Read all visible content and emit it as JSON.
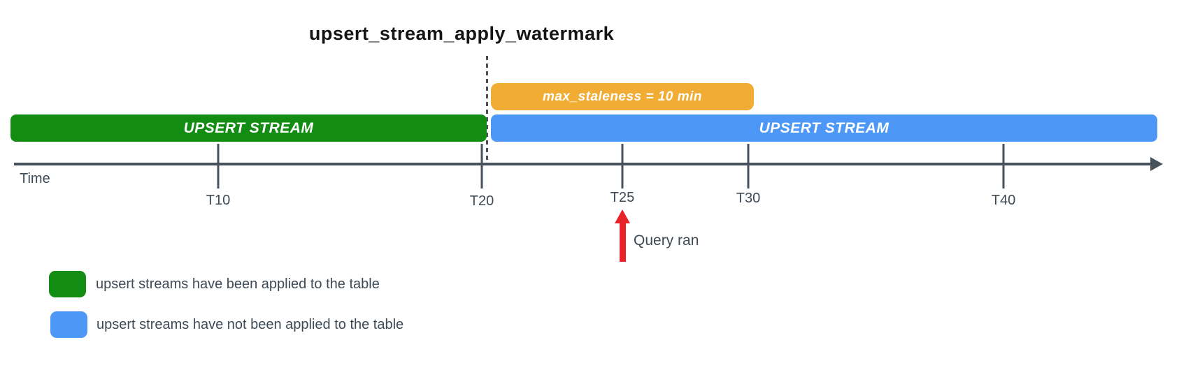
{
  "title": "upsert_stream_apply_watermark",
  "bars": {
    "staleness_label": "max_staleness = 10 min",
    "applied_label": "UPSERT STREAM",
    "pending_label": "UPSERT STREAM"
  },
  "timeline": {
    "axis_label": "Time",
    "ticks": [
      {
        "label": "T10"
      },
      {
        "label": "T20"
      },
      {
        "label": "T25"
      },
      {
        "label": "T30"
      },
      {
        "label": "T40"
      }
    ]
  },
  "annotation": {
    "query_label": "Query ran"
  },
  "legend": [
    {
      "swatch": "green",
      "label": "upsert streams have been applied to the table"
    },
    {
      "swatch": "blue",
      "label": "upsert streams have not been applied to the table"
    }
  ],
  "colors": {
    "green": "#128c12",
    "blue": "#4d97f7",
    "orange": "#f0ac33",
    "red": "#e8232a",
    "axis": "#47525c",
    "text": "#3e4a56",
    "bar_text": "#ffffff",
    "title_text": "#151515"
  }
}
